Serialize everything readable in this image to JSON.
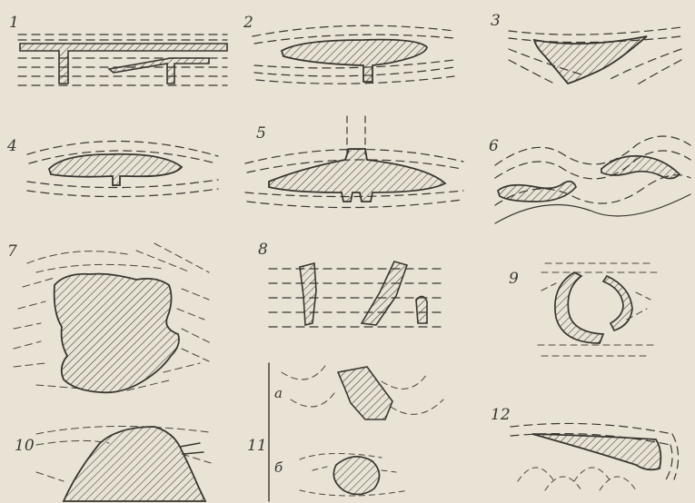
{
  "figure": {
    "panel_labels": [
      "1",
      "2",
      "3",
      "4",
      "5",
      "6",
      "7",
      "8",
      "9",
      "10",
      "11",
      "12"
    ],
    "sub_labels": [
      "а",
      "б"
    ],
    "colors": {
      "paper": "#e9e3d6",
      "ink": "#3a3530"
    }
  }
}
